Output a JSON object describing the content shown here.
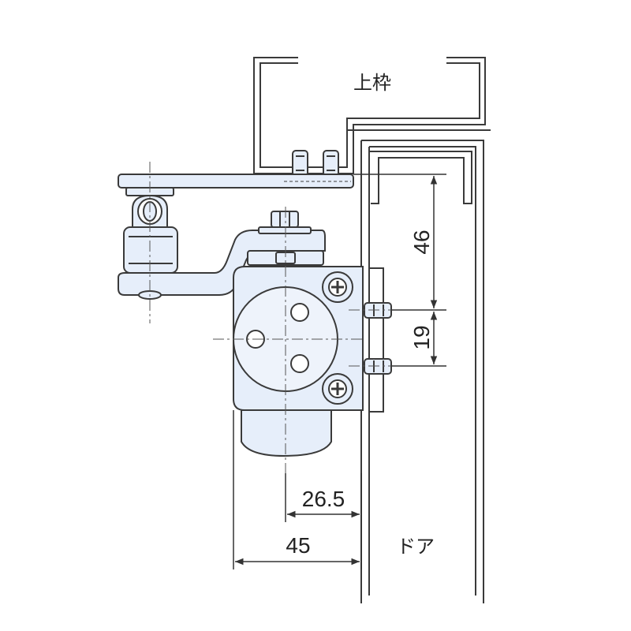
{
  "labels": {
    "top_frame": "上枠",
    "door": "ドア"
  },
  "dimensions": {
    "d46": "46",
    "d19": "19",
    "d26_5": "26.5",
    "d45": "45"
  },
  "colors": {
    "line": "#3a3a3a",
    "fill": "#e6eefa",
    "dim": "#333333",
    "background": "#ffffff"
  }
}
